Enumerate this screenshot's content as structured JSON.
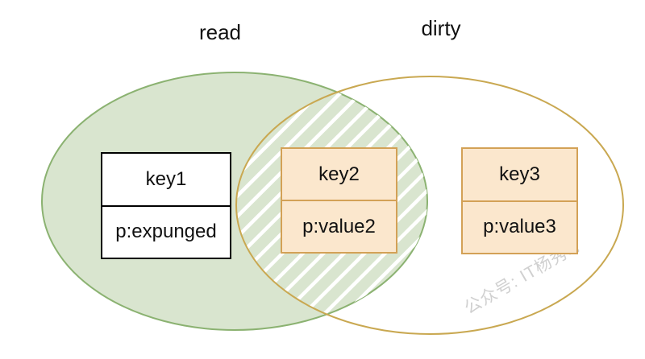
{
  "diagram": {
    "type": "venn",
    "sets": {
      "left": {
        "label": "read"
      },
      "right": {
        "label": "dirty"
      }
    },
    "watermark": "公众号: IT杨秀才",
    "colors": {
      "read_fill": "#d9e5cf",
      "read_stroke": "#8bb271",
      "dirty_stroke": "#c9a851",
      "hatch": "#ffffff",
      "node_fill": "#fbe7cd",
      "node_stroke": "#d3a156",
      "plain_node_border": "#000000",
      "watermark": "#d0d0d0",
      "text": "#111111"
    },
    "nodes": [
      {
        "key": "key1",
        "value": "p:expunged",
        "region": "read-only"
      },
      {
        "key": "key2",
        "value": "p:value2",
        "region": "read-dirty-overlap"
      },
      {
        "key": "key3",
        "value": "p:value3",
        "region": "dirty-only"
      }
    ]
  }
}
